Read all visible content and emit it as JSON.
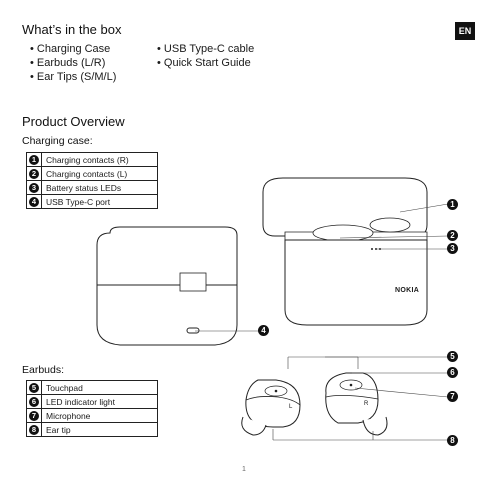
{
  "language_badge": "EN",
  "box": {
    "title": "What’s in the box",
    "col1": [
      "Charging Case",
      "Earbuds (L/R)",
      "Ear Tips (S/M/L)"
    ],
    "col2": [
      "USB Type-C cable",
      "Quick Start Guide"
    ]
  },
  "overview": {
    "title": "Product Overview",
    "case_label": "Charging case:",
    "case_parts": [
      {
        "num": "1",
        "label": "Charging contacts (R)"
      },
      {
        "num": "2",
        "label": "Charging contacts (L)"
      },
      {
        "num": "3",
        "label": "Battery status LEDs"
      },
      {
        "num": "4",
        "label": "USB Type-C port"
      }
    ],
    "earbuds_label": "Earbuds:",
    "earbud_parts": [
      {
        "num": "5",
        "label": "Touchpad"
      },
      {
        "num": "6",
        "label": "LED indicator light"
      },
      {
        "num": "7",
        "label": "Microphone"
      },
      {
        "num": "8",
        "label": "Ear tip"
      }
    ]
  },
  "illustration": {
    "brand": "NOKIA",
    "earbud_marks": [
      "L",
      "R"
    ]
  },
  "callouts": [
    "1",
    "2",
    "3",
    "4",
    "5",
    "6",
    "7",
    "8"
  ],
  "page_number": "1"
}
